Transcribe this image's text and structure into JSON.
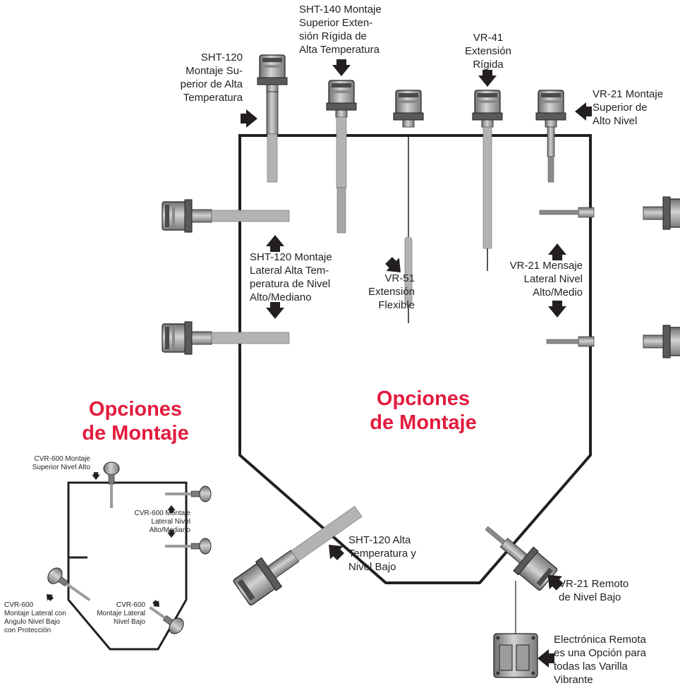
{
  "colors": {
    "title": "#e31b3d",
    "outline": "#231f20",
    "device_fill": "#9c9c9c",
    "device_dark": "#5a5a5a",
    "probe": "#b3b3b3"
  },
  "titles": {
    "main": "Opciones\nde Montaje",
    "inset": "Opciones\nde Montaje"
  },
  "labels": {
    "sht120_top": "SHT-120\nMontaje Su-\nperior de Alta\nTemperatura",
    "sht140_top": "SHT-140 Montaje\nSuperior Exten-\nsión Rígida de\nAlta Temperatura",
    "vr41": "VR-41\nExtensión\nRígida",
    "vr21_top": "VR-21 Montaje\nSuperior de\nAlto Nivel",
    "sht120_side": "SHT-120 Montaje\nLateral Alta Tem-\nperatura de Nivel\nAlto/Mediano",
    "vr51": "VR-51\nExtensión\nFlexible",
    "vr21_side": "VR-21 Mensaje\nLateral Nivel\nAlto/Medio",
    "sht120_low": "SHT-120 Alta\nTemperatura y\nNivel Bajo",
    "vr21_remote": "VR-21 Remoto\nde Nivel Bajo",
    "remote_electronics": "Electrónica Remota\nes una Opción para\ntodas las Varilla\nVibrante"
  },
  "inset_labels": {
    "cvr600_top": "CVR-600 Montaje\nSuperior Nivel Alto",
    "cvr600_side": "CVR-600 Montaje\nLateral Nivel\nAlto/Mediano",
    "cvr600_angle": "CVR-600\nMontaje Lateral con\nAngulo Nivel Bajo\ncon Protección",
    "cvr600_low": "CVR-600\nMontaje Lateral\nNivel Bajo"
  }
}
